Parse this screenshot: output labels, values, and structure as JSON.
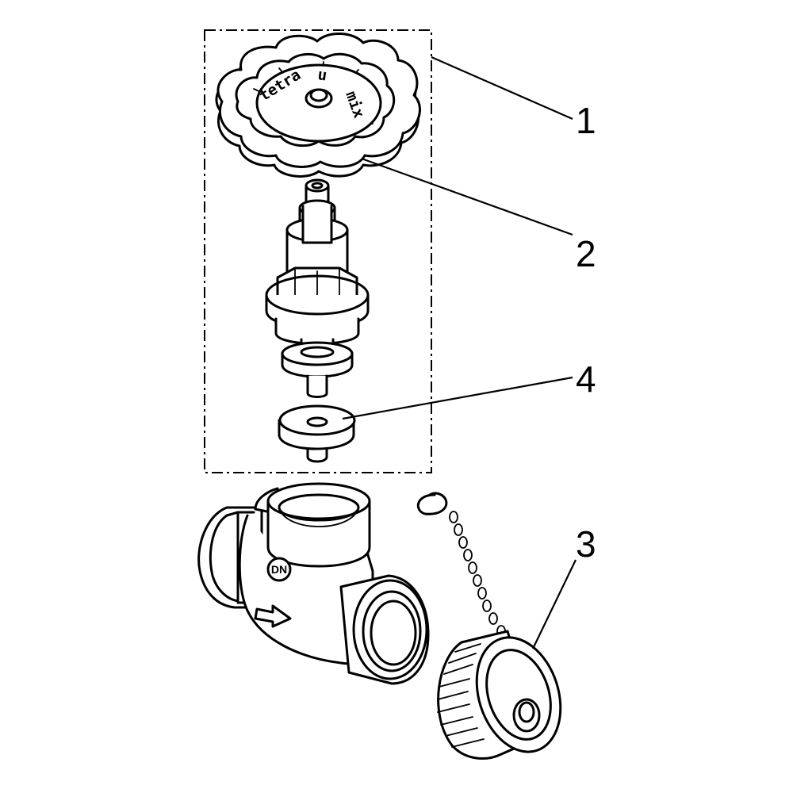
{
  "callouts": [
    {
      "id": "1",
      "label": "1"
    },
    {
      "id": "2",
      "label": "2"
    },
    {
      "id": "4",
      "label": "4"
    },
    {
      "id": "3",
      "label": "3"
    }
  ],
  "handwheel_brand": "tetra",
  "handwheel_brand_2": "u",
  "handwheel_brand_3": "mix",
  "valve_body_size_mark": "DN",
  "flow_direction": "right",
  "colors": {
    "line": "#000000",
    "background": "#ffffff"
  }
}
